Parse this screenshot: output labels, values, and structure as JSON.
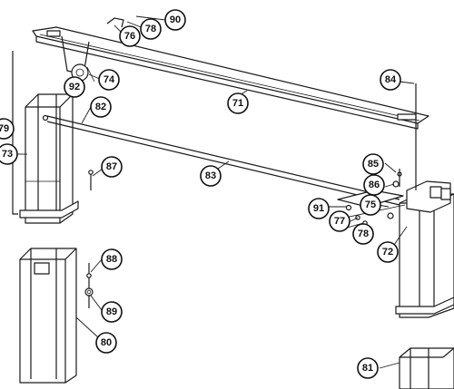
{
  "diagram": {
    "part_labels": [
      "90",
      "76",
      "78",
      "92",
      "74",
      "71",
      "84",
      "79",
      "73",
      "82",
      "87",
      "83",
      "85",
      "86",
      "91",
      "77",
      "75",
      "78",
      "72",
      "88",
      "89",
      "80",
      "81"
    ],
    "colors": {
      "line": "#1a1a1a",
      "background": "#ffffff"
    }
  }
}
